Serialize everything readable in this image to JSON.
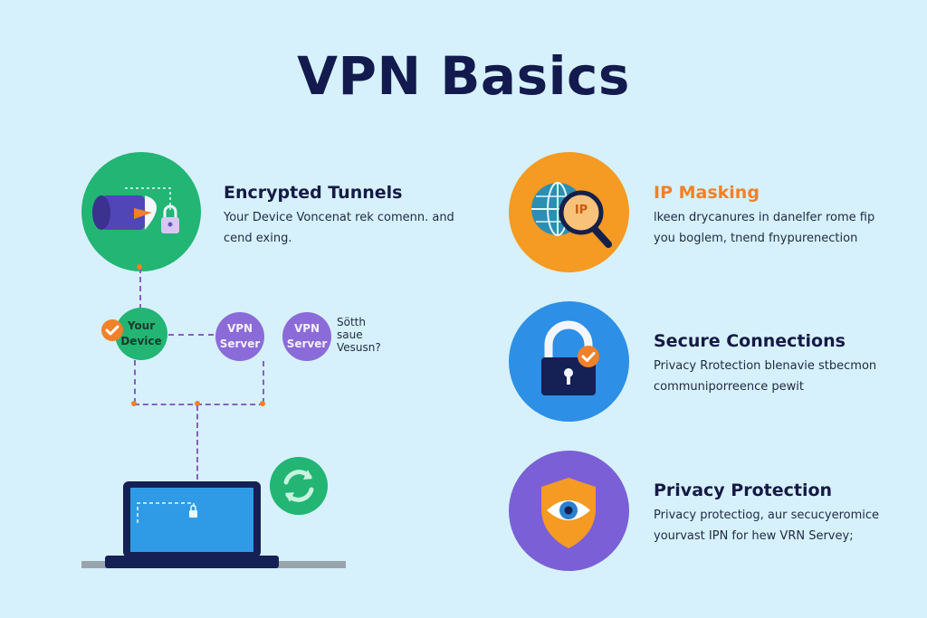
{
  "title": "VPN Basics",
  "features": {
    "encrypted": {
      "title": "Encrypted Tunnels",
      "desc": "Your Device Voncenat rek comenn. and\ncend exing."
    },
    "ip": {
      "title": "IP Masking",
      "desc": "lkeen drycanures in danelfer rome fip\nyou boglem, tnend fnypurenection",
      "badge": "IP"
    },
    "secure": {
      "title": "Secure Connections",
      "desc": "Privacy Rrotection blenavie stbecmon\ncommuniporreence pewit"
    },
    "privacy": {
      "title": "Privacy Protection",
      "desc": "Privacy protectiog, aur secucyeromice\nyourvast IPN for hew VRN Servey;"
    }
  },
  "nodes": {
    "device": "Your\nDevice",
    "server1": "VPN\nServer",
    "server2": "VPN\nServer",
    "note": "Sötth\nsaue\nVesusn?"
  },
  "colors": {
    "background": "#d6f1fb",
    "title": "#131a4d",
    "green": "#22b574",
    "orange": "#f59a22",
    "blue": "#2d8fe6",
    "purple": "#7b5fd6",
    "node_purple": "#8b6bd8",
    "check_orange": "#f0812a",
    "laptop_screen": "#2f9be6"
  }
}
